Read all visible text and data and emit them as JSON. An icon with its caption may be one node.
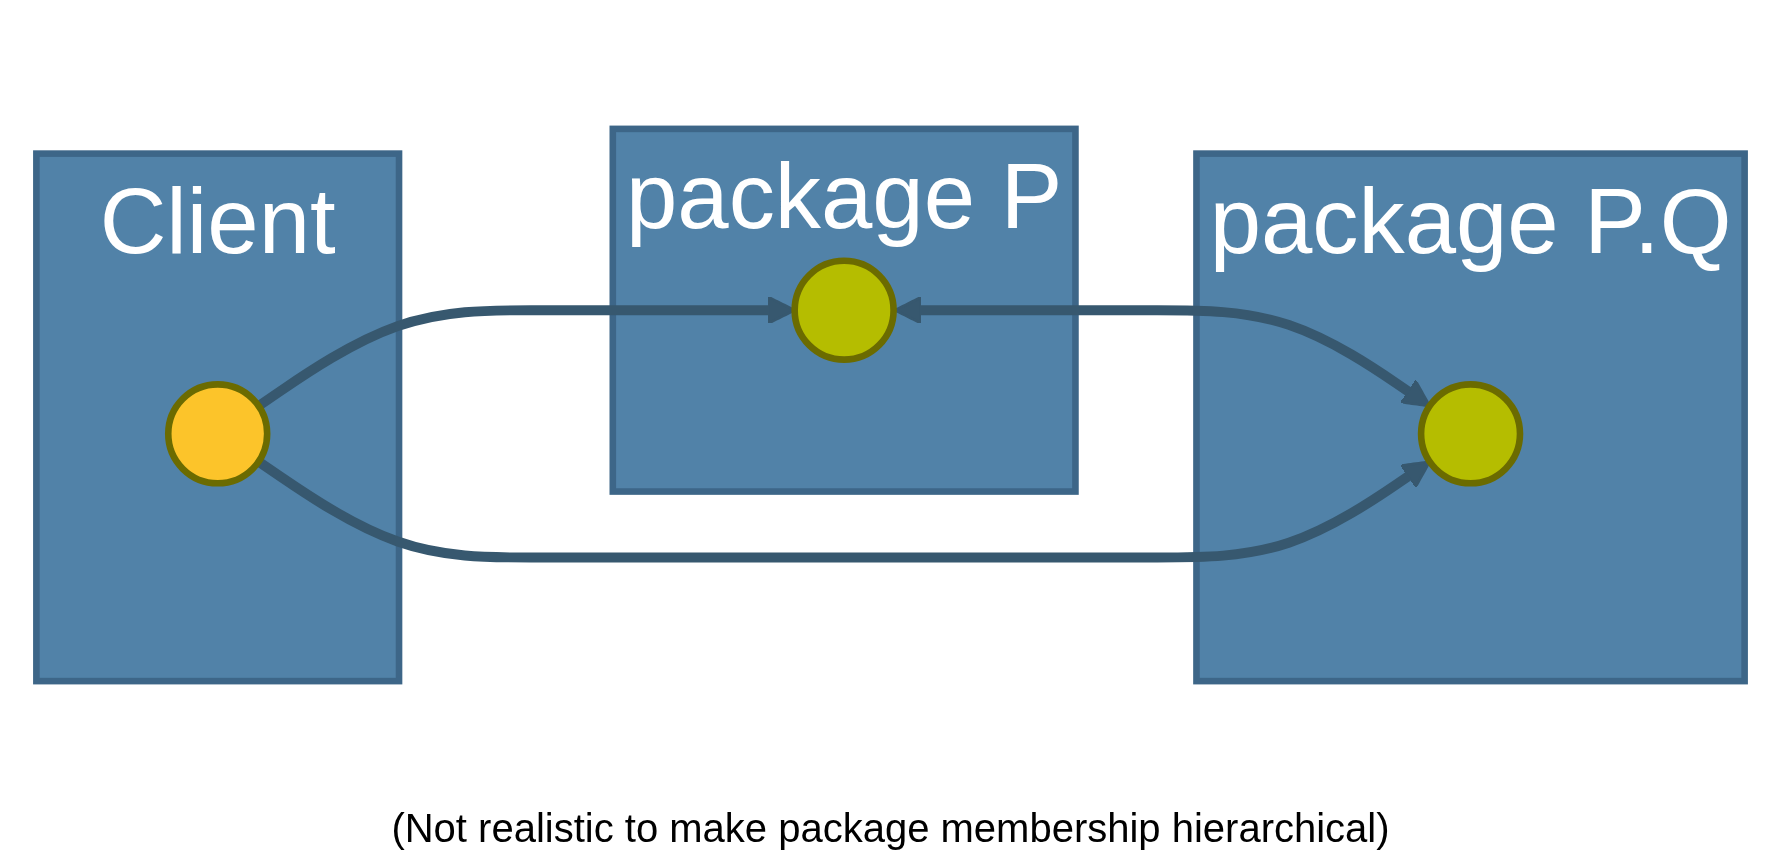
{
  "diagram": {
    "nodes": [
      {
        "text": [
          "package P"
        ]
      },
      {
        "text": [],
        "shape": "circle",
        "in": 0
      },
      {
        "text": [
          "package P.Q"
        ]
      },
      {
        "text": [],
        "shape": "circle",
        "in": 2
      },
      {
        "text": [
          "Client"
        ]
      },
      {
        "text": [],
        "shape": "circle",
        "in": 4
      }
    ],
    "edges": [
      {
        "from": 1,
        "to": 3,
        "arrow": "both"
      },
      {
        "from": 5,
        "to": 1,
        "arrow": "to"
      },
      {
        "from": 5,
        "to": 3,
        "arrow": "to"
      }
    ],
    "labels": [
      "(Not realistic to make package membership hierarchical)"
    ]
  }
}
